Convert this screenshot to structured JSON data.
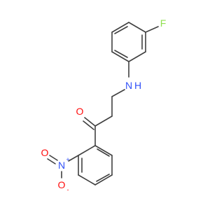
{
  "molecule": {
    "atom_labels": {
      "fluorine": "F",
      "amine_n": "N",
      "amine_h": "H",
      "carbonyl_o": "O",
      "nitro_n": "N",
      "nitro_n_charge": "+",
      "nitro_o_top": "O",
      "nitro_o_bottom": "O",
      "nitro_o_bottom_charge": "-"
    },
    "colors": {
      "bond": "#404040",
      "fluorine": "#90e050",
      "nitrogen": "#3050f8",
      "oxygen": "#ff0d0d"
    }
  }
}
